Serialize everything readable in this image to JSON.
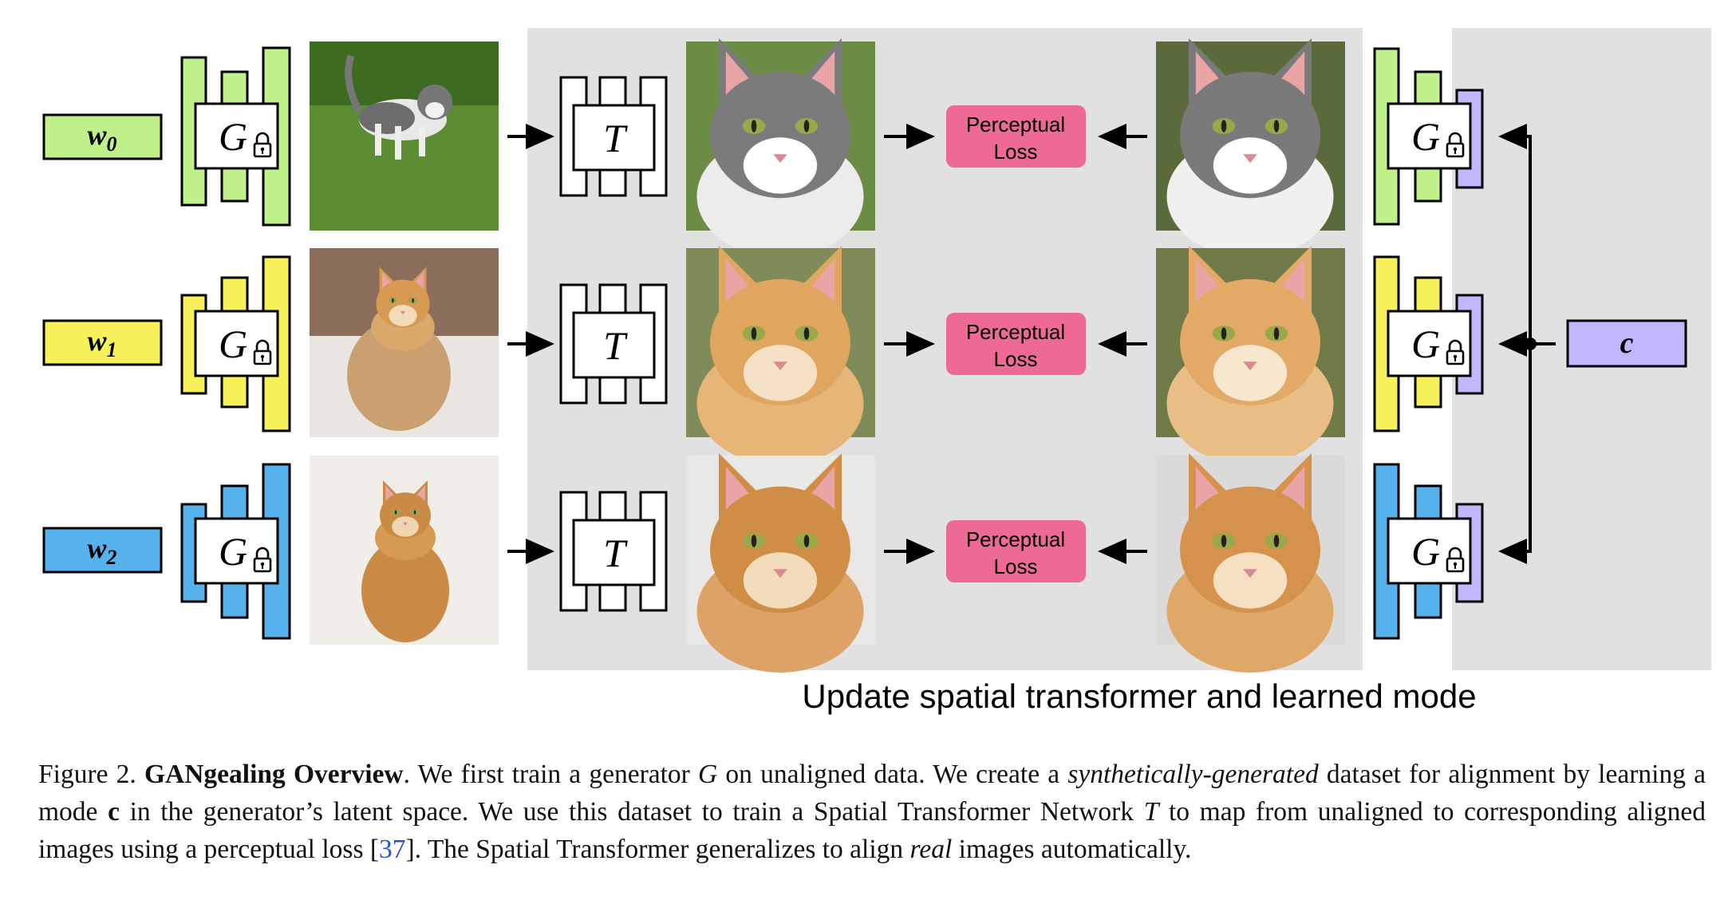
{
  "figure": {
    "latent_codes": [
      {
        "var": "w",
        "sub": "0",
        "color": "#bff08a"
      },
      {
        "var": "w",
        "sub": "1",
        "color": "#f7f25a"
      },
      {
        "var": "w",
        "sub": "2",
        "color": "#56b2ec"
      }
    ],
    "generator_symbol": "G",
    "transformer_symbol": "T",
    "mode_symbol": "c",
    "mode_color": "#c4b5ff",
    "loss_line1": "Perceptual",
    "loss_line2": "Loss",
    "loss_color": "#ec6a93",
    "panel_label": "Update spatial transformer and learned mode",
    "panel_color": "#e1e1e1",
    "icons": [
      "lock-icon",
      "arrow-icon",
      "cat-photo"
    ]
  },
  "caption": {
    "fig_label": "Figure 2.",
    "title": "GANgealing Overview",
    "s1": ". We first train a generator ",
    "g": "G",
    "s2": " on unaligned data. We create a ",
    "em1": "synthetically-generated",
    "s3": " dataset for alignment by learning a mode ",
    "c": "c",
    "s4": " in the generator’s latent space. We use this dataset to train a Spatial Transformer Network ",
    "t": "T",
    "s5": " to map from unaligned to corresponding aligned images using a perceptual loss [",
    "cite": "37",
    "s6": "]. The Spatial Transformer generalizes to align ",
    "em2": "real",
    "s7": " images automatically."
  }
}
